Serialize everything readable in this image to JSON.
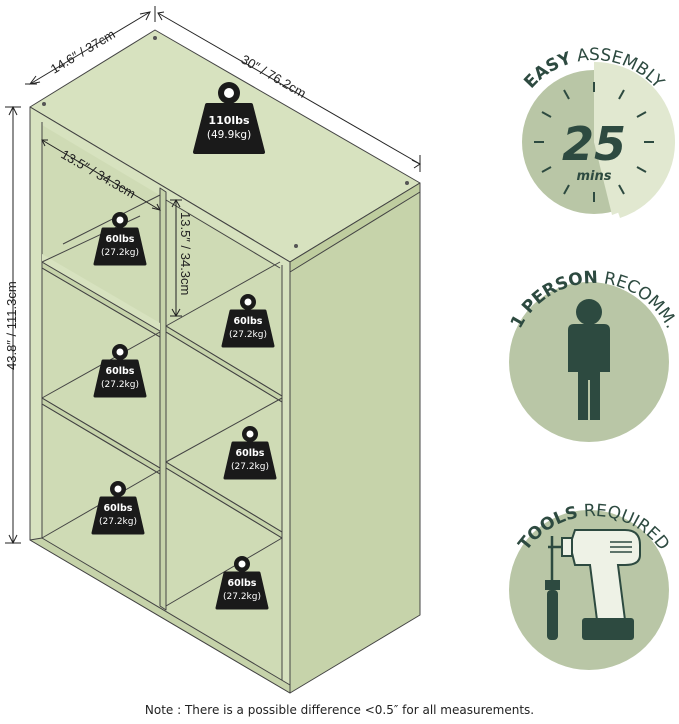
{
  "dimensions": {
    "depth": "14.6″ / 37cm",
    "width": "30″ / 76.2cm",
    "height": "43.8″ / 111.3cm",
    "cube_width": "13.5″ / 34.3cm",
    "cube_height": "13.5″ / 34.3cm"
  },
  "weights": {
    "top": {
      "lbs": "110lbs",
      "kg": "(49.9kg)"
    },
    "shelf": {
      "lbs": "60lbs",
      "kg": "(27.2kg)"
    }
  },
  "badges": {
    "assembly": {
      "bold": "EASY",
      "rest": " ASSEMBLY",
      "time": "25",
      "unit": "mins"
    },
    "person": {
      "bold": "1 PERSON",
      "rest": " RECOMM."
    },
    "tools": {
      "bold": "TOOLS",
      "rest": " REQUIRED"
    }
  },
  "colors": {
    "panel": "#d7e2bf",
    "shade": "#c6d3aa",
    "circle": "#b9c6a6",
    "dark": "#2d4a40",
    "weight": "#1a1a1a"
  },
  "note": "Note : There is a possible difference <0.5″ for all measurements."
}
